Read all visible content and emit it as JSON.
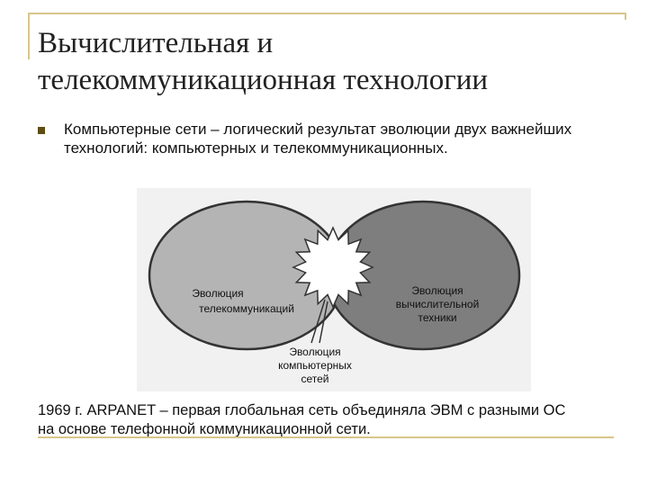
{
  "slide": {
    "title_lines": [
      "Вычислительная и",
      "телекоммуникационная технологии"
    ],
    "bullet": "Компьютерные сети – логический результат эволюции двух важнейших технологий: компьютерных и телекоммуникационных.",
    "diagram": {
      "left_circle_label": [
        "Эволюция",
        "телекоммуникаций"
      ],
      "right_circle_label": [
        "Эволюция",
        "вычислительной",
        "техники"
      ],
      "center_label": [
        "Эволюция",
        "компьютерных",
        "сетей"
      ],
      "colors": {
        "left_circle": "#b4b4b4",
        "right_circle": "#7e7e7e",
        "burst": "#ffffff"
      }
    },
    "footer_lines": [
      "1969 г. ARPANET – первая глобальная сеть объединяла ЭВМ с разными ОС",
      "на основе телефонной коммуникационной сети."
    ],
    "accent_color": "#d8c68a"
  }
}
